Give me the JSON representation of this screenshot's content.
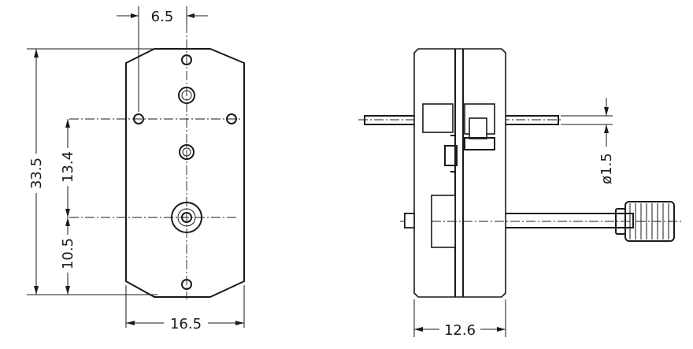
{
  "front_view": {
    "dimensions": {
      "hole_offset": "6.5",
      "overall_height": "33.5",
      "hole_spacing": "13.4",
      "lower_offset": "10.5",
      "overall_width": "16.5"
    }
  },
  "side_view": {
    "dimensions": {
      "shaft_diameter": "ø1.5",
      "body_thickness": "12.6"
    }
  }
}
